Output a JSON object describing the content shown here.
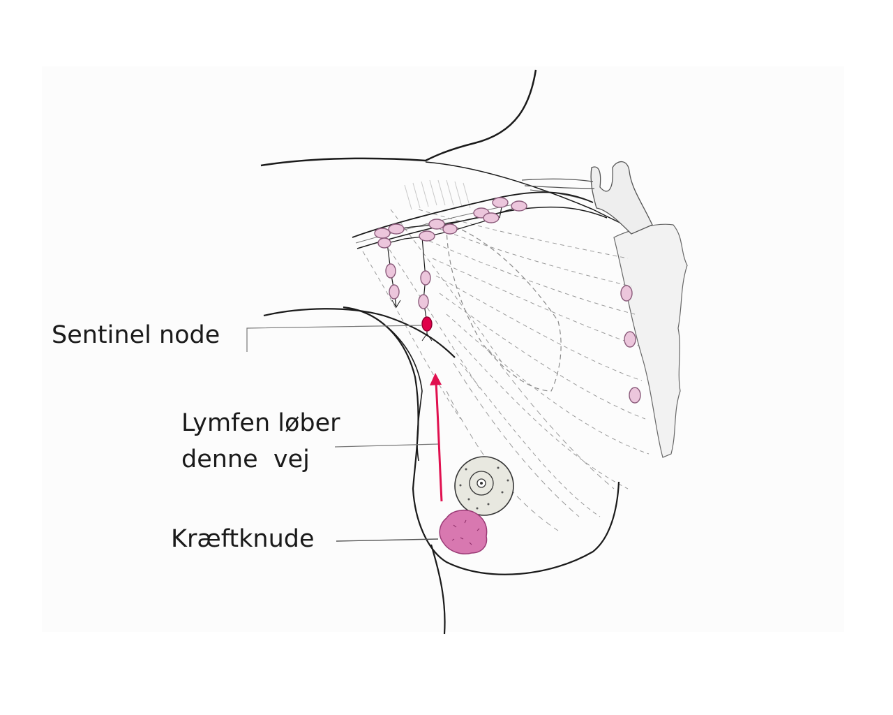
{
  "labels": {
    "sentinel_node": "Sentinel node",
    "lymph_line1": "Lymfen løber",
    "lymph_line2": "denne  vej",
    "cancer_lump": "Kræftknude"
  },
  "colors": {
    "outline": "#1a1a1a",
    "node_fill": "#ecc6dc",
    "node_stroke": "#8a5a7a",
    "sentinel_fill": "#e0004a",
    "arrow": "#e0104f",
    "lump_fill": "#d878b0",
    "nipple_fill": "#e8e8e0",
    "muscle_fill": "#f2f2f2",
    "leader_line": "#777777"
  }
}
